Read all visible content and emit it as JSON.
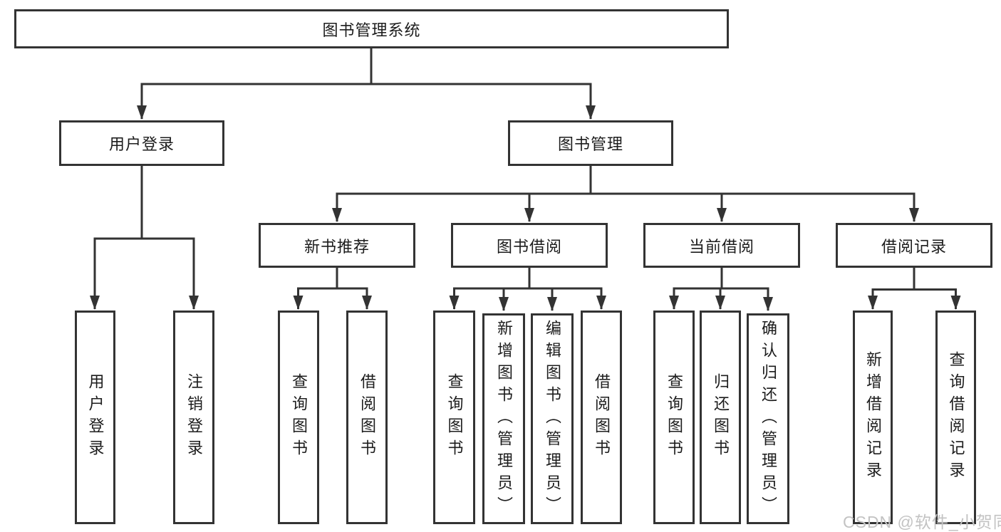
{
  "tree": {
    "label": "图书管理系统",
    "children": [
      {
        "label": "用户登录",
        "children": [
          {
            "label": "用户登录"
          },
          {
            "label": "注销登录"
          }
        ]
      },
      {
        "label": "图书管理",
        "children": [
          {
            "label": "新书推荐",
            "children": [
              {
                "label": "查询图书"
              },
              {
                "label": "借阅图书"
              }
            ]
          },
          {
            "label": "图书借阅",
            "children": [
              {
                "label": "查询图书"
              },
              {
                "label": "新增图书（管理员）"
              },
              {
                "label": "编辑图书（管理员）"
              },
              {
                "label": "借阅图书"
              }
            ]
          },
          {
            "label": "当前借阅",
            "children": [
              {
                "label": "查询图书"
              },
              {
                "label": "归还图书"
              },
              {
                "label": "确认归还（管理员）"
              }
            ]
          },
          {
            "label": "借阅记录",
            "children": [
              {
                "label": "新增借阅记录"
              },
              {
                "label": "查询借阅记录"
              }
            ]
          }
        ]
      }
    ]
  },
  "watermark": {
    "text": "CSDN @软件_小贺同学"
  },
  "colors": {
    "line": "#333333",
    "box_border": "#333333",
    "text": "#1c1c1c",
    "watermark": "#c3c3c3",
    "background": "#ffffff"
  }
}
